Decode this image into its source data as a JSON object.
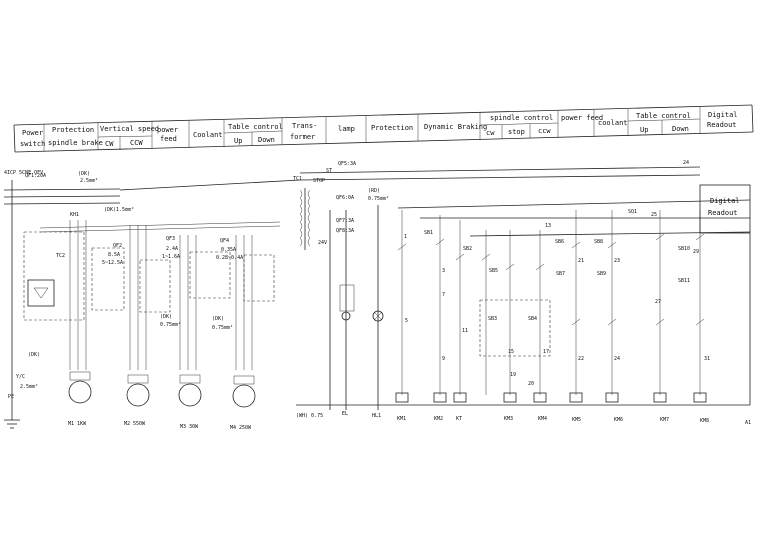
{
  "header": {
    "cells": [
      {
        "id": "power",
        "lines": [
          "Power",
          "switch"
        ]
      },
      {
        "id": "protection",
        "lines": [
          "Protection",
          "spindle brake"
        ]
      },
      {
        "id": "vertical_speed",
        "title": "Vertical speed",
        "subs": [
          "CW",
          "CCW"
        ]
      },
      {
        "id": "power_feed",
        "lines": [
          "power",
          "feed"
        ]
      },
      {
        "id": "coolant",
        "lines": [
          "Coolant"
        ]
      },
      {
        "id": "table_control",
        "title": "Table control",
        "subs": [
          "Up",
          "Down"
        ]
      },
      {
        "id": "transformer",
        "lines": [
          "Trans-",
          "former"
        ]
      },
      {
        "id": "lamp",
        "lines": [
          "lamp"
        ]
      },
      {
        "id": "protection2",
        "lines": [
          "Protection"
        ]
      },
      {
        "id": "dynamic_braking",
        "lines": [
          "Dynamic Braking"
        ]
      },
      {
        "id": "spindle_control",
        "title": "spindle control",
        "subs": [
          "cw",
          "stop",
          "ccw"
        ]
      },
      {
        "id": "power_feed2",
        "lines": [
          "power feed"
        ]
      },
      {
        "id": "coolant2",
        "lines": [
          "coolant"
        ]
      },
      {
        "id": "table_control2",
        "title": "Table control",
        "subs": [
          "Up",
          "Down"
        ]
      },
      {
        "id": "digital_readout",
        "lines": [
          "Digital",
          "Readout"
        ]
      }
    ]
  },
  "supply_label": "4ICP 5CNE QFV",
  "digital_readout_box": {
    "lines": [
      "Digital",
      "Readout"
    ]
  },
  "labels": {
    "qf1": "QF1:20A",
    "qf1_wire": "2.5mm²",
    "dk": "(DK)",
    "dk2": "(DK)",
    "kh1": "KH1",
    "wire_1_5": "(DK)1.5mm²",
    "qf2": "QF2",
    "qf2_val": "8.5A",
    "kh2_val": "5~12.5A",
    "qf3": "QF3",
    "qf3_val": "2.4A",
    "qf3_rng": "1~1.6A",
    "qf4": "QF4",
    "qf4_val": "0.35A",
    "qf4_rng": "0.28~0.4A",
    "dk3": "(DK)",
    "dk3_wire": "0.75mm²",
    "dk4": "(DK)",
    "dk4_wire": "0.75mm²",
    "tc1": "TC1",
    "qf5": "QF5:3A",
    "qf6": "QF6:0A",
    "qf7": "QF7:3A",
    "qf8": "QF8:3A",
    "stop": "STOP",
    "v24": "24V",
    "rd": "(RD)",
    "rd_wire": "0.75mm²",
    "st": "ST",
    "el": "EL",
    "hl1": "HL1",
    "km1": "KM1",
    "km2": "KM2",
    "km3": "KM3",
    "km4": "KM4",
    "km5": "KM5",
    "km6": "KM6",
    "km7": "KM7",
    "km8": "KM8",
    "kt": "KT",
    "a1": "A1",
    "m1": "M1 1KW",
    "m2": "M2 550W",
    "m3": "M3 30W",
    "m4": "M4 250W",
    "pe": "PE",
    "yc": "Y/C",
    "wire_2_5": "2.5mm²",
    "wire_ground": "(WH) 0.75",
    "n1": "1",
    "n3": "3",
    "n5": "5",
    "n7": "7",
    "n9": "9",
    "n11": "11",
    "n13": "13",
    "n15": "15",
    "n17": "17",
    "n19": "19",
    "n20": "20",
    "n21": "21",
    "n22": "22",
    "n23": "23",
    "n24": "24",
    "n25": "25",
    "n27": "27",
    "n29": "29",
    "n31": "31",
    "sb1": "SB1",
    "sb2": "SB2",
    "sb3": "SB3",
    "sb4": "SB4",
    "sb5": "SB5",
    "sb6": "SB6",
    "sb7": "SB7",
    "sb8": "SB8",
    "sb9": "SB9",
    "sb10": "SB10",
    "sb11": "SB11",
    "sq1": "SQ1"
  }
}
